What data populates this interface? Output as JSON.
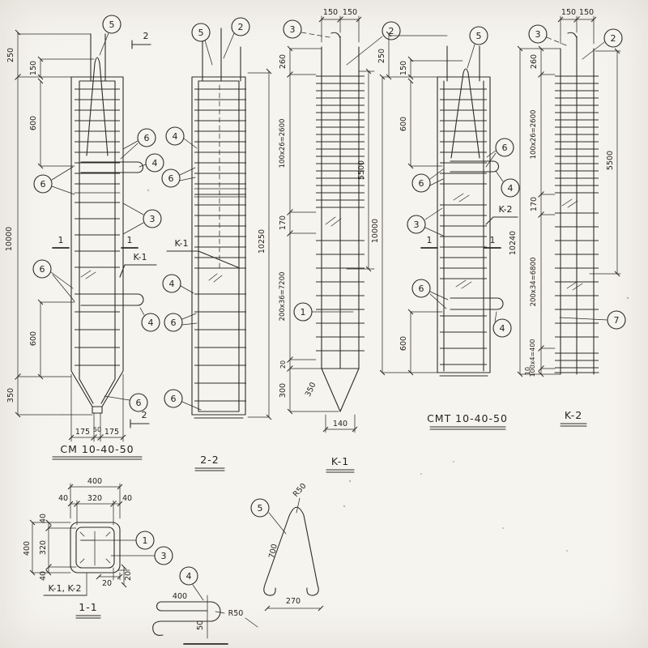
{
  "ink": "#2e2b27",
  "views": {
    "cm": {
      "title": "СМ 10-40-50",
      "dims": {
        "h250": "250",
        "h150": "150",
        "t600": "600",
        "len": "10000",
        "b600": "600",
        "tip350": "350",
        "w175a": "175",
        "w50": "50",
        "w175b": "175"
      },
      "marks": {
        "sec2top": "2",
        "sec2bot": "2",
        "cut1l": "1",
        "cut1r": "1",
        "k1": "K-1"
      },
      "callouts": {
        "c5": "5",
        "c6a": "6",
        "c4a": "4",
        "c6l1": "6",
        "c3": "3",
        "c6l2": "6",
        "c4b": "4",
        "c6bot": "6"
      }
    },
    "s22": {
      "title": "2-2",
      "dims": {
        "len": "10250"
      },
      "marks": {
        "k1": "K-1"
      },
      "callouts": {
        "c5": "5",
        "c2": "2",
        "c4a": "4",
        "c6a": "6",
        "c4b": "4",
        "c6b": "6",
        "c6c": "6"
      }
    },
    "k1": {
      "title": "K-1",
      "dims": {
        "s150a": "150",
        "s150b": "150",
        "h260": "260",
        "z2600": "100x26=2600",
        "g170": "170",
        "z7200": "200x36=7200",
        "g20": "20",
        "tip300": "300",
        "slope350": "350",
        "w140": "140",
        "r5500": "5500"
      },
      "callouts": {
        "c3": "3",
        "c2": "2",
        "c1": "1"
      }
    },
    "cmt": {
      "title": "СМТ 10-40-50",
      "dims": {
        "h250": "250",
        "h150": "150",
        "t600": "600",
        "len": "10000",
        "b600": "600"
      },
      "marks": {
        "cut1l": "1",
        "cut1r": "1",
        "k2": "K-2"
      },
      "callouts": {
        "c5": "5",
        "c6a": "6",
        "c4a": "4",
        "c6l": "6",
        "c3": "3",
        "c6m": "6",
        "c4m": "4"
      }
    },
    "k2": {
      "title": "K-2",
      "dims": {
        "s150a": "150",
        "s150b": "150",
        "h260": "260",
        "z2600": "100x26=2600",
        "g170": "170",
        "z6800": "200x34=6800",
        "z400": "100x4=400",
        "g10": "10",
        "len": "10240",
        "r5500": "5500"
      },
      "callouts": {
        "c3": "3",
        "c2": "2",
        "c7": "7"
      }
    },
    "s11": {
      "title": "1-1",
      "subtitle": "K-1, K-2",
      "dims": {
        "top400": "400",
        "t40a": "40",
        "t320": "320",
        "t40b": "40",
        "l400": "400",
        "l40a": "40",
        "l320": "320",
        "l40b": "40",
        "b20a": "20",
        "b20b": "20"
      },
      "callouts": {
        "c1": "1",
        "c3": "3"
      }
    },
    "d5": {
      "callout": "5",
      "dims": {
        "r": "R50",
        "leg": "700",
        "base": "270"
      }
    },
    "d4": {
      "callout": "4",
      "dims": {
        "len": "400",
        "r": "R50",
        "gap": "50"
      }
    }
  }
}
